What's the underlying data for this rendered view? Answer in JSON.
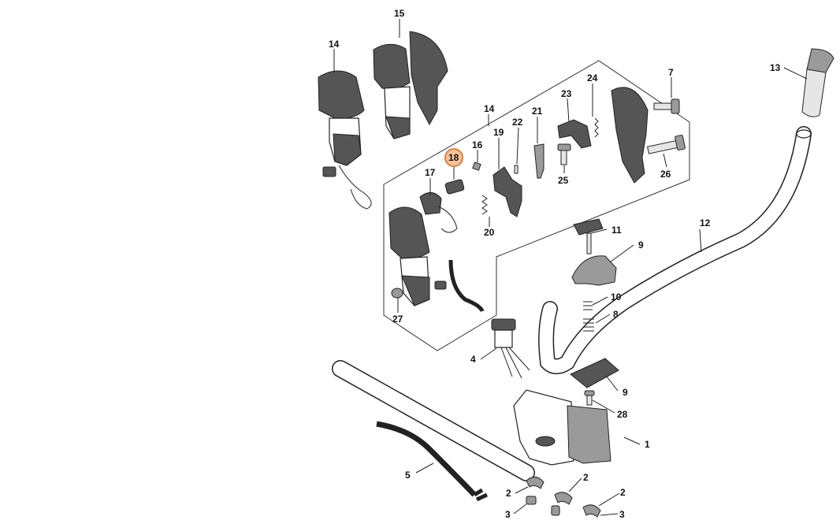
{
  "highlight": {
    "label": "18",
    "fill": "#f7c39a",
    "stroke": "#e0803a"
  },
  "labels": {
    "l15": "15",
    "l14a": "14",
    "l14b": "14",
    "l7": "7",
    "l13": "13",
    "l24": "24",
    "l23": "23",
    "l21": "21",
    "l22": "22",
    "l19": "19",
    "l16": "16",
    "l18": "18",
    "l17": "17",
    "l25": "25",
    "l26": "26",
    "l20": "20",
    "l11": "11",
    "l12": "12",
    "l9a": "9",
    "l10": "10",
    "l8": "8",
    "l27": "27",
    "l4": "4",
    "l9b": "9",
    "l28": "28",
    "l1": "1",
    "l5": "5",
    "l2a": "2",
    "l2b": "2",
    "l2c": "2",
    "l3a": "3",
    "l3b": "3"
  }
}
